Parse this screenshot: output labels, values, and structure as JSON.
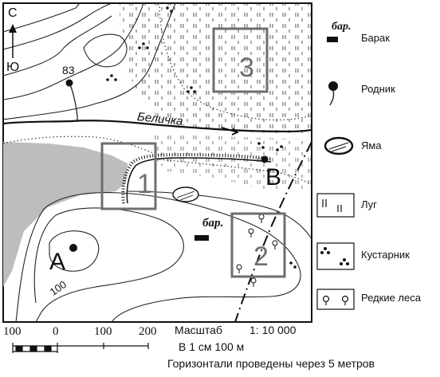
{
  "map": {
    "compass": {
      "north": "С",
      "south": "Ю"
    },
    "spring_elevation": "83",
    "river_name": "Беличка",
    "point_a": "А",
    "point_b": "В",
    "contour_label": "100",
    "barrack_tag": "бар.",
    "squares": [
      "1",
      "2",
      "3"
    ]
  },
  "legend": {
    "barrack_tag": "бар.",
    "barrack": "Барак",
    "spring": "Родник",
    "pit": "Яма",
    "meadow": "Луг",
    "shrub": "Кустарник",
    "sparse_forest": "Редкие леса"
  },
  "scale": {
    "ticks": [
      "100",
      "0",
      "100",
      "200"
    ],
    "title": "Масштаб",
    "ratio": "1: 10 000",
    "per_cm": "В 1 см 100 м",
    "contours_note": "Горизонтали проведены через 5 метров"
  }
}
